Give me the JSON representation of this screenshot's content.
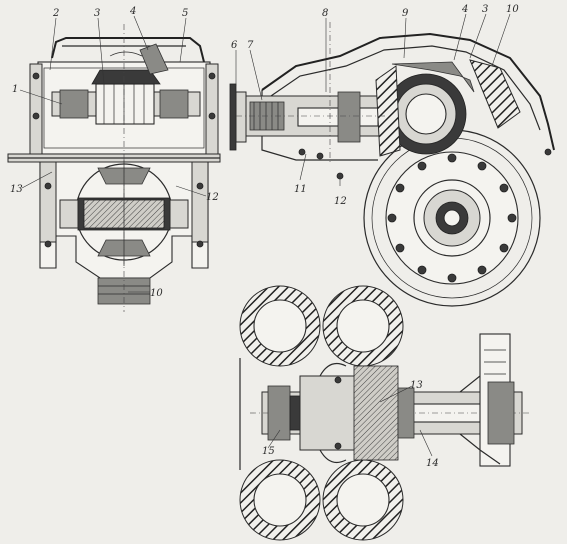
{
  "figure": {
    "view_a_labels": [
      "1",
      "2",
      "3",
      "4",
      "5",
      "13",
      "12",
      "10"
    ],
    "view_b_labels": [
      "6",
      "7",
      "8",
      "9",
      "4",
      "3",
      "10",
      "11",
      "12"
    ],
    "view_c_labels": [
      "13",
      "15",
      "14"
    ]
  },
  "colors": {
    "paper": "#efeeea",
    "ink": "#2b2b2b",
    "shade": "#8a8a86"
  }
}
